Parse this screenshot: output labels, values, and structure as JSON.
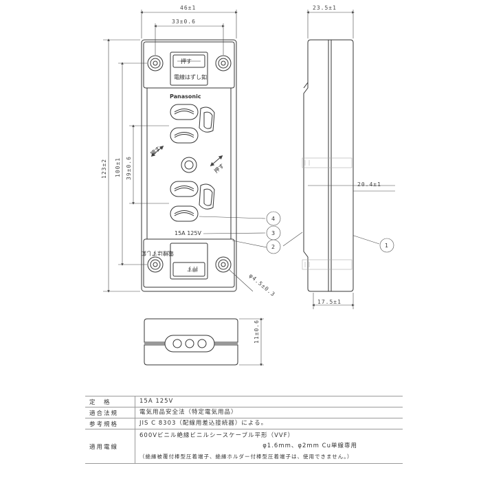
{
  "dimensions": {
    "width_front": "46±1",
    "screw_spacing": "33±0.6",
    "side_width": "23.5±1",
    "total_height": "123±2",
    "height_100": "100±1",
    "height_39": "39±0.6",
    "side_depth_20": "20.4±1",
    "side_bottom": "17.5±1",
    "hole_dia": "φ4.5±0.3",
    "bottom_height": "11±0.6"
  },
  "device": {
    "brand": "Panasonic",
    "push_label": "押す",
    "release_label": "電線はずし釦",
    "rating_label": "15A  125V",
    "push_small": "押す"
  },
  "callouts": [
    "4",
    "3",
    "2",
    "1"
  ],
  "specs": [
    {
      "key": "定　格",
      "lines": [
        "15A 125V"
      ]
    },
    {
      "key": "適合法規",
      "lines": [
        "電気用品安全法（特定電気用品）"
      ]
    },
    {
      "key": "参考規格",
      "lines": [
        "JIS C 8303（配線用差込接続器）による。"
      ]
    },
    {
      "key": "適用電線",
      "lines": [
        "600Vビニル絶縁ビニルシースケーブル平形（VVF）",
        "φ1.6mm、φ2mm Cu単線専用",
        "（絶縁被覆付棒型圧着端子、絶縁ホルダー付棒型圧着端子は、使用できません。）"
      ]
    }
  ]
}
